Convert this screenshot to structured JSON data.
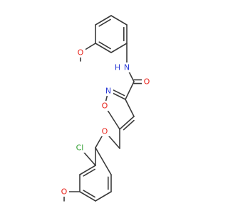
{
  "colors": {
    "bond": "#3a3a3a",
    "carbon": "#3a3a3a",
    "oxygen": "#e8221a",
    "nitrogen": "#2a3bd6",
    "chlorine": "#2e9e2e"
  },
  "atom_labels": {
    "methoxy_top_o": "O",
    "amide_n": "N",
    "amide_h": "H",
    "amide_o": "O",
    "ring_n": "N",
    "ring_o": "O",
    "ether_o": "O",
    "cl": "Cl",
    "methoxy_bottom_o": "O"
  }
}
